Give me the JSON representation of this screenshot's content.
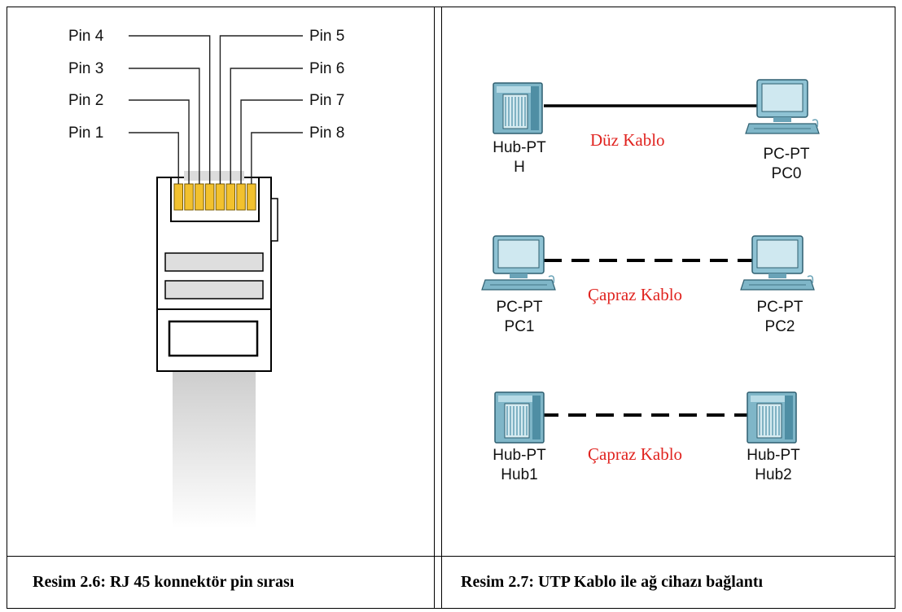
{
  "left_panel": {
    "pins_left": [
      "Pin 4",
      "Pin 3",
      "Pin 2",
      "Pin 1"
    ],
    "pins_right": [
      "Pin 5",
      "Pin 6",
      "Pin 7",
      "Pin 8"
    ],
    "caption": "Resim 2.6: RJ 45 konnektör pin sırası"
  },
  "right_panel": {
    "rows": [
      {
        "left_device": {
          "type": "hub-icon",
          "model": "Hub-PT",
          "name": "H"
        },
        "right_device": {
          "type": "pc-icon",
          "model": "PC-PT",
          "name": "PC0"
        },
        "cable": {
          "label": "Düz Kablo",
          "style": "solid"
        }
      },
      {
        "left_device": {
          "type": "pc-icon",
          "model": "PC-PT",
          "name": "PC1"
        },
        "right_device": {
          "type": "pc-icon",
          "model": "PC-PT",
          "name": "PC2"
        },
        "cable": {
          "label": "Çapraz Kablo",
          "style": "dashed"
        }
      },
      {
        "left_device": {
          "type": "hub-icon",
          "model": "Hub-PT",
          "name": "Hub1"
        },
        "right_device": {
          "type": "hub-icon",
          "model": "Hub-PT",
          "name": "Hub2"
        },
        "cable": {
          "label": "Çapraz Kablo",
          "style": "dashed"
        }
      }
    ],
    "caption": "Resim 2.7: UTP Kablo ile ağ cihazı bağlantı"
  },
  "colors": {
    "cable_label": "#e0231f",
    "device_teal": "#5b9ab0",
    "pin_gold": "#f2c12e"
  }
}
